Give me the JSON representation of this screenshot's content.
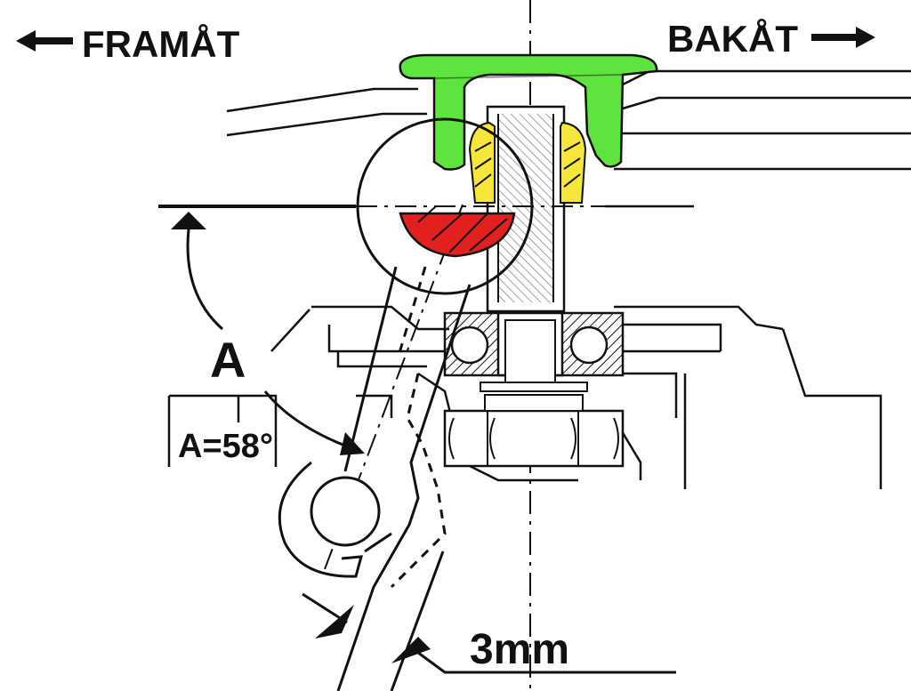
{
  "labels": {
    "forward": "FRAMÅT",
    "backward": "BAKÅT",
    "angle_letter": "A",
    "angle_value": "A=58°",
    "gap": "3mm"
  },
  "colors": {
    "cap": "#5fe33f",
    "bushing": "#f6e53a",
    "cam": "#e32020",
    "ink": "#111111"
  }
}
